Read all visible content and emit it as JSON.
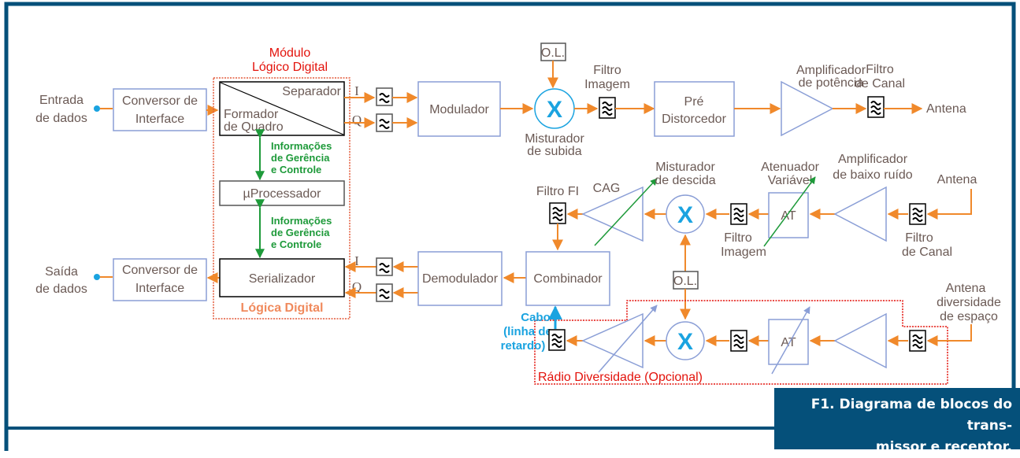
{
  "colors": {
    "frame": "#05507a",
    "signal": "#f0892b",
    "block_border": "#8a9ed6",
    "control": "#1e9a3a",
    "mixer_x": "#1aa3e0",
    "module_border": "#e3120b",
    "text": "#6b5a55"
  },
  "caption": {
    "line1": "F1. Diagrama de blocos do trans-",
    "line2": "missor e receptor."
  },
  "transmitter": {
    "input_label_1": "Entrada",
    "input_label_2": "de dados",
    "interface_1": "Conversor de",
    "interface_2": "Interface",
    "module_title_1": "Módulo",
    "module_title_2": "Lógico Digital",
    "separator": "Separador",
    "framer_1": "Formador",
    "framer_2": "de Quadro",
    "i_label": "I",
    "q_label": "Q",
    "modulator": "Modulador",
    "ol": "O.L.",
    "mixer_symbol": "X",
    "mixer_label_1": "Misturador",
    "mixer_label_2": "de subida",
    "image_filter_1": "Filtro",
    "image_filter_2": "Imagem",
    "predistorter_1": "Pré",
    "predistorter_2": "Distorcedor",
    "power_amp_1": "Amplificador",
    "power_amp_2": "de potência",
    "channel_filter_1": "Filtro",
    "channel_filter_2": "de Canal",
    "antenna": "Antena"
  },
  "control": {
    "info_1": "Informações",
    "info_2": "de Gerência",
    "info_3": "e Controle",
    "processor": "µProcessador"
  },
  "receiver": {
    "output_label_1": "Saída",
    "output_label_2": "de dados",
    "interface_1": "Conversor de",
    "interface_2": "Interface",
    "serializer": "Serializador",
    "logic_label": "Lógica Digital",
    "i_label": "I",
    "q_label": "Q",
    "demodulator": "Demodulador",
    "combiner": "Combinador",
    "if_filter": "Filtro FI",
    "agc": "CAG",
    "mixer_label_1": "Misturador",
    "mixer_label_2": "de descida",
    "mixer_symbol": "X",
    "image_filter_1": "Filtro",
    "image_filter_2": "Imagem",
    "attenuator_label_1": "Atenuador",
    "attenuator_label_2": "Variável",
    "attenuator": "AT",
    "lna_1": "Amplificador",
    "lna_2": "de baixo ruído",
    "antenna": "Antena",
    "channel_filter_1": "Filtro",
    "channel_filter_2": "de Canal",
    "ol": "O.L."
  },
  "diversity": {
    "title": "Rádio Diversidade (Opcional)",
    "cable_1": "Cabo",
    "cable_2": "(linha de",
    "cable_3": "retardo)",
    "antenna_1": "Antena",
    "antenna_2": "diversidade",
    "antenna_3": "de espaço",
    "attenuator": "AT",
    "mixer_symbol": "X"
  }
}
